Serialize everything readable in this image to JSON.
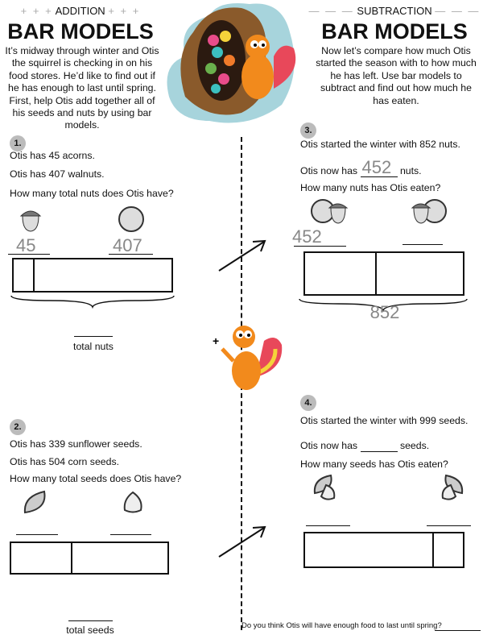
{
  "addition": {
    "kicker_deco_left": "+ + +",
    "kicker": "ADDITION",
    "kicker_deco_right": "+ + +",
    "title": "BAR MODELS",
    "intro": "It’s midway through winter and Otis the squirrel is checking in on his food stores. He’d like to find out if he has enough to last until spring. First, help Otis add together all of his seeds and nuts by using bar models."
  },
  "subtraction": {
    "kicker_deco_left": "— — —",
    "kicker": "SUBTRACTION",
    "kicker_deco_right": "— — —",
    "title": "BAR MODELS",
    "intro": "Now let’s compare how much Otis started the season with to how much he has left. Use bar models to subtract and find out how much he has eaten."
  },
  "problems": [
    {
      "number": "1.",
      "lines": [
        "Otis has 45 acorns.",
        "Otis has 407 walnuts.",
        "How many total nuts does Otis have?"
      ],
      "part_a": "45",
      "part_b": "407",
      "total_label": "total nuts"
    },
    {
      "number": "2.",
      "lines": [
        "Otis has 339 sunflower seeds.",
        "Otis has 504 corn seeds.",
        "How many total seeds does Otis have?"
      ],
      "total_label": "total seeds"
    },
    {
      "number": "3.",
      "line1": "Otis started the winter with 852 nuts.",
      "line2_pre": "Otis now has",
      "line2_value": "452",
      "line2_post": "nuts.",
      "line3": "How many nuts has Otis eaten?",
      "part_a": "452",
      "total": "852"
    },
    {
      "number": "4.",
      "line1": "Otis started the winter with 999 seeds.",
      "line2_pre": "Otis now has",
      "line2_post": "seeds.",
      "line3": "How many seeds has Otis eaten?"
    }
  ],
  "final_question": "Do you think Otis will have enough food to last until spring?"
}
